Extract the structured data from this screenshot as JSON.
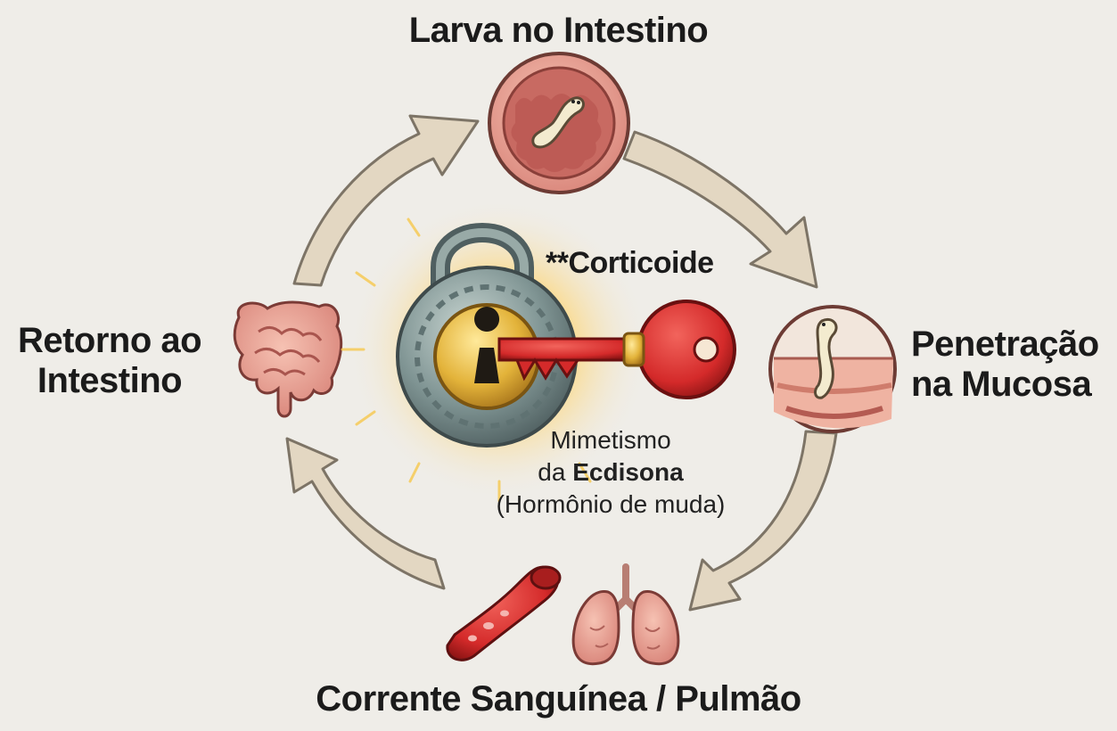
{
  "stages": {
    "top": "Larva no Intestino",
    "right_line1": "Penetração",
    "right_line2": "na Mucosa",
    "bottom": "Corrente Sanguínea / Pulmão",
    "left_line1": "Retorno ao",
    "left_line2": "Intestino"
  },
  "center": {
    "key_label": "**Corticoide",
    "line1": "Mimetismo",
    "line2_prefix": "da ",
    "line2_bold": "Ecdisona",
    "line3": "(Hormônio de muda)"
  },
  "icons": {
    "top": "larva-in-intestine-icon",
    "right": "larva-penetrating-mucosa-icon",
    "bottom_left": "blood-vessel-icon",
    "bottom_right": "lungs-icon",
    "left": "intestine-icon",
    "center": "padlock-and-key-icon"
  },
  "colors": {
    "background": "#efede8",
    "arrow": "#e3d7c2",
    "arrow_stroke": "#7d7466",
    "tissue_pink": "#e8a296",
    "key_red": "#d42a2a",
    "gold": "#e3b33a",
    "lock_steel": "#7f9493"
  }
}
